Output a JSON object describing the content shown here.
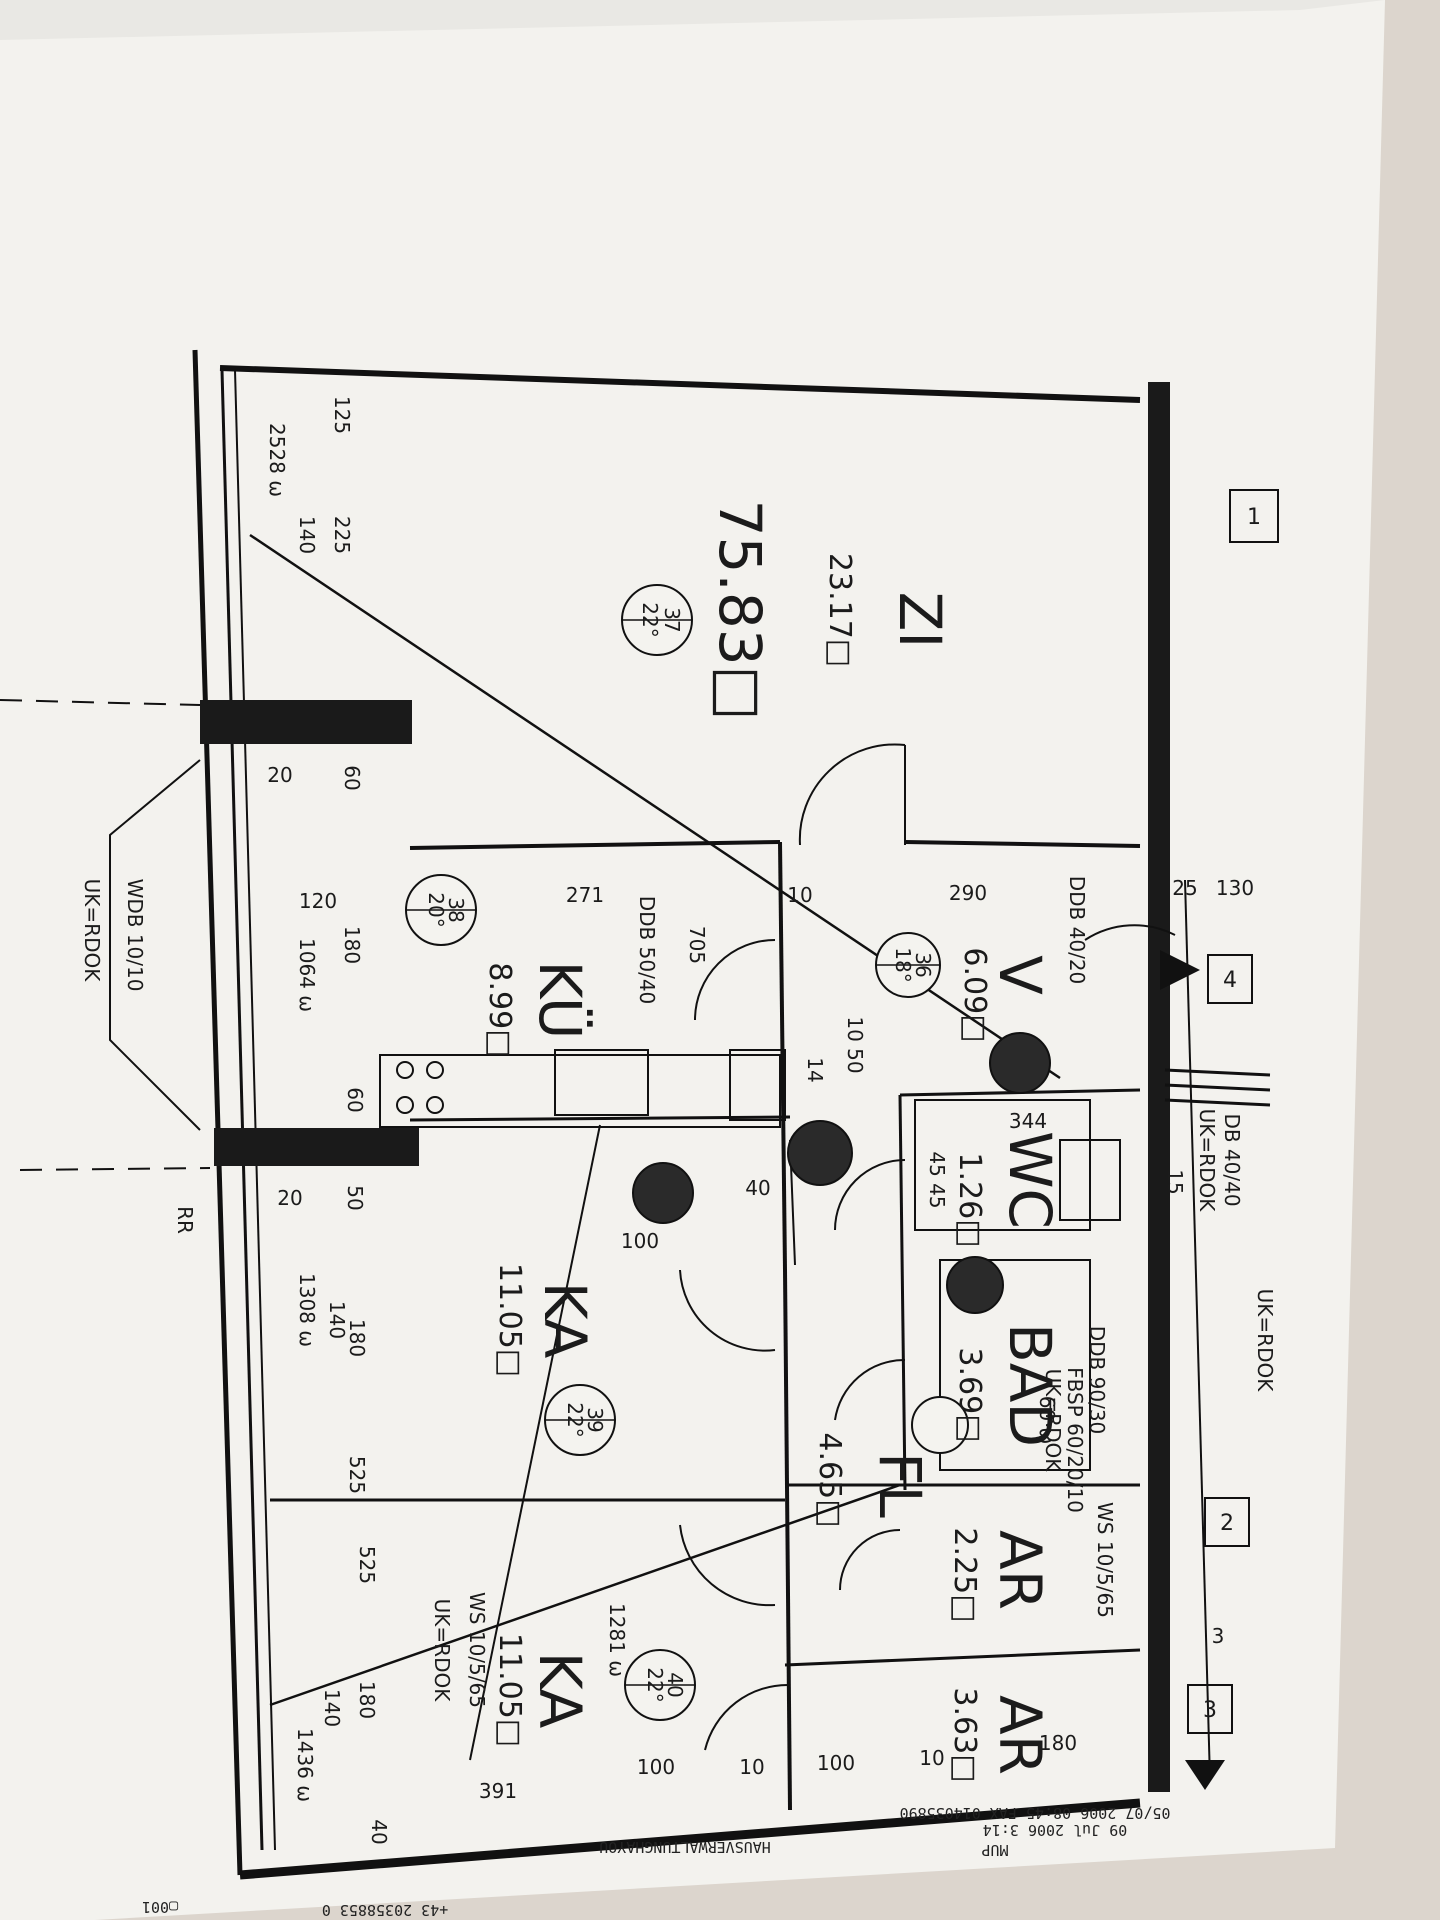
{
  "rooms": {
    "zi": {
      "name": "ZI",
      "area": "23.17□",
      "total": "75.83□",
      "circle_top": "37",
      "circle_bottom": "22°"
    },
    "ku": {
      "name": "KÜ",
      "area": "8.99□",
      "circle_top": "38",
      "circle_bottom": "20°"
    },
    "v": {
      "name": "V",
      "area": "6.09□",
      "circle_top": "36",
      "circle_bottom": "18°"
    },
    "wc": {
      "name": "WC",
      "area": "1.26□"
    },
    "bad": {
      "name": "BAD",
      "area": "3.69□"
    },
    "fl": {
      "name": "FL",
      "area": "4.65□"
    },
    "ka1": {
      "name": "KA",
      "area": "11.05□",
      "circle_top": "39",
      "circle_bottom": "22°"
    },
    "ka2": {
      "name": "KA",
      "area": "11.05□",
      "circle_top": "40",
      "circle_bottom": "22°"
    },
    "ar1": {
      "name": "AR",
      "area": "2.25□"
    },
    "ar2": {
      "name": "AR",
      "area": "3.63□"
    }
  },
  "labels": {
    "wdb": "WDB 10/10",
    "ukrdok": "UK=RDOK",
    "rr": "RR",
    "ddb5040": "DDB 50/40",
    "ddb4020": "DDB 40/20",
    "dbk": "DB 40/40",
    "ukrdok2": "UK=RDOK",
    "ddb9030": "DDB 90/30",
    "fbsp": "FBSP 60/20/10",
    "ukrdok3": "UK=RDOK",
    "ws1": "WS 10/5/65",
    "ws2": "WS 10/5/65",
    "ukrdok4": "UK=RDOK",
    "uk_right": "UK=RDOK"
  },
  "dimensions": {
    "d125": "125",
    "d2528": "2528 ω",
    "d225": "225",
    "d140": "140",
    "d20": "20",
    "d60": "60",
    "d120": "120",
    "d180": "180",
    "d1064": "1064 ω",
    "d271": "271",
    "d10": "10",
    "d290": "290",
    "d25": "25",
    "d130": "130",
    "d705": "705",
    "d1050": "10 50",
    "d14": "14",
    "d344": "344",
    "d45": "45 45",
    "d15": "15",
    "d60b": "60",
    "d50": "50",
    "d1308": "1308 ω",
    "d140b": "140",
    "d100": "100",
    "d40": "40",
    "d180b": "180",
    "d525": "525",
    "d525b": "525",
    "d1281": "1281 ω",
    "d180c": "180",
    "d1436": "1436 ω",
    "d140c": "140",
    "d391": "391",
    "d100b": "100",
    "d10b": "10",
    "d100c": "100",
    "d10c": "10",
    "d180d": "180",
    "d40b": "40",
    "d3": "3",
    "d60w": "60 ω"
  },
  "markers": {
    "m1": "1",
    "m2": "2",
    "m3": "3",
    "m4": "4"
  },
  "fax": {
    "line1": "09 Jul 2006 3:14",
    "line2": "05/07 2006 08:45 FAX 014035890",
    "line3": "MUP",
    "line4": "HAUSVERWALTUNGHAYOU",
    "line5": "+43 20358853 0",
    "line6": "▢001"
  }
}
